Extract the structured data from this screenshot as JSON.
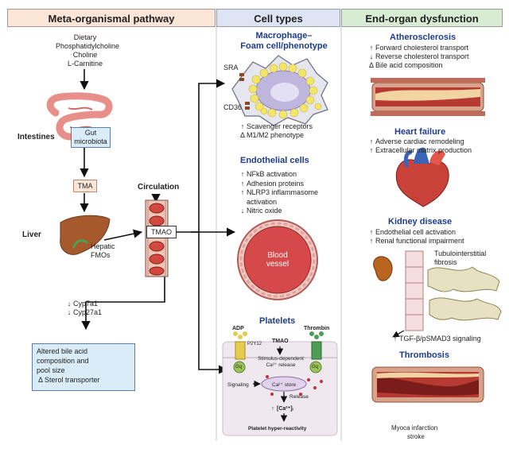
{
  "headers": {
    "col1": "Meta-organismal pathway",
    "col2": "Cell types",
    "col3": "End-organ dysfunction"
  },
  "pathway": {
    "diet": [
      "Dietary",
      "Phosphatidylcholine",
      "Choline",
      "L-Carnitine"
    ],
    "intestines": "Intestines",
    "gut": [
      "Gut",
      "microbiota"
    ],
    "tma": "TMA",
    "liver": "Liver",
    "hepatic": [
      "Hepatic",
      "FMOs"
    ],
    "circulation": "Circulation",
    "tmao": "TMAO",
    "cyp": [
      "Cyp7a1",
      "Cyp27a1"
    ],
    "bile_box": [
      "Altered bile acid",
      "composition and",
      "pool size"
    ],
    "sterol": "Sterol transporter"
  },
  "cells": {
    "macrophage": {
      "title": [
        "Macrophage–",
        "Foam cell/phenotype"
      ],
      "sra": "SRA",
      "cd36": "CD36",
      "items": [
        "Scavenger receptors",
        "M1/M2 phenotype"
      ]
    },
    "endothelial": {
      "title": "Endothelial cells",
      "items": [
        "NFkB activation",
        "Adhesion proteins",
        "NLRP3 inflammasome",
        "activation",
        "Nitric oxide"
      ],
      "vessel": [
        "Blood",
        "vessel"
      ]
    },
    "platelets": {
      "title": "Platelets",
      "adp": "ADP",
      "p2y12": "P2Y12",
      "tmao": "TMAO",
      "thrombin": "Thrombin",
      "gq": "Gq",
      "stim": [
        "Stimulus-dependent",
        "Ca²⁺ release"
      ],
      "signaling": "Signaling",
      "store": "Ca²⁺ store",
      "release": "Release",
      "ca_i": "[Ca²⁺]ᵢ",
      "outcome": "Platelet hyper-reactivity"
    }
  },
  "organs": {
    "athero": {
      "title": "Atherosclerosis",
      "items": [
        "Forward cholesterol transport",
        "Reverse cholesterol transport",
        "Bile acid composition"
      ]
    },
    "heart": {
      "title": "Heart failure",
      "items": [
        "Adverse cardiac remodeling",
        "Extracellular matrix production"
      ]
    },
    "kidney": {
      "title": "Kidney disease",
      "items": [
        "Endothelial cell activation",
        "Renal functional impairment"
      ],
      "fibrosis": [
        "Tubulointerstitial",
        "fibrosis"
      ],
      "tgf": "TGF-β/pSMAD3 signaling"
    },
    "thrombosis": {
      "title": "Thrombosis",
      "caption": [
        "Myoca",
        "infarction",
        "stroke"
      ]
    }
  },
  "colors": {
    "title_blue": "#1d3c8c",
    "header_col1": "#fbe5d6",
    "header_col2": "#dde4f4",
    "header_col3": "#d7ecd2",
    "box_fill": "#d9ecf8",
    "vessel_red": "#d5494b"
  }
}
